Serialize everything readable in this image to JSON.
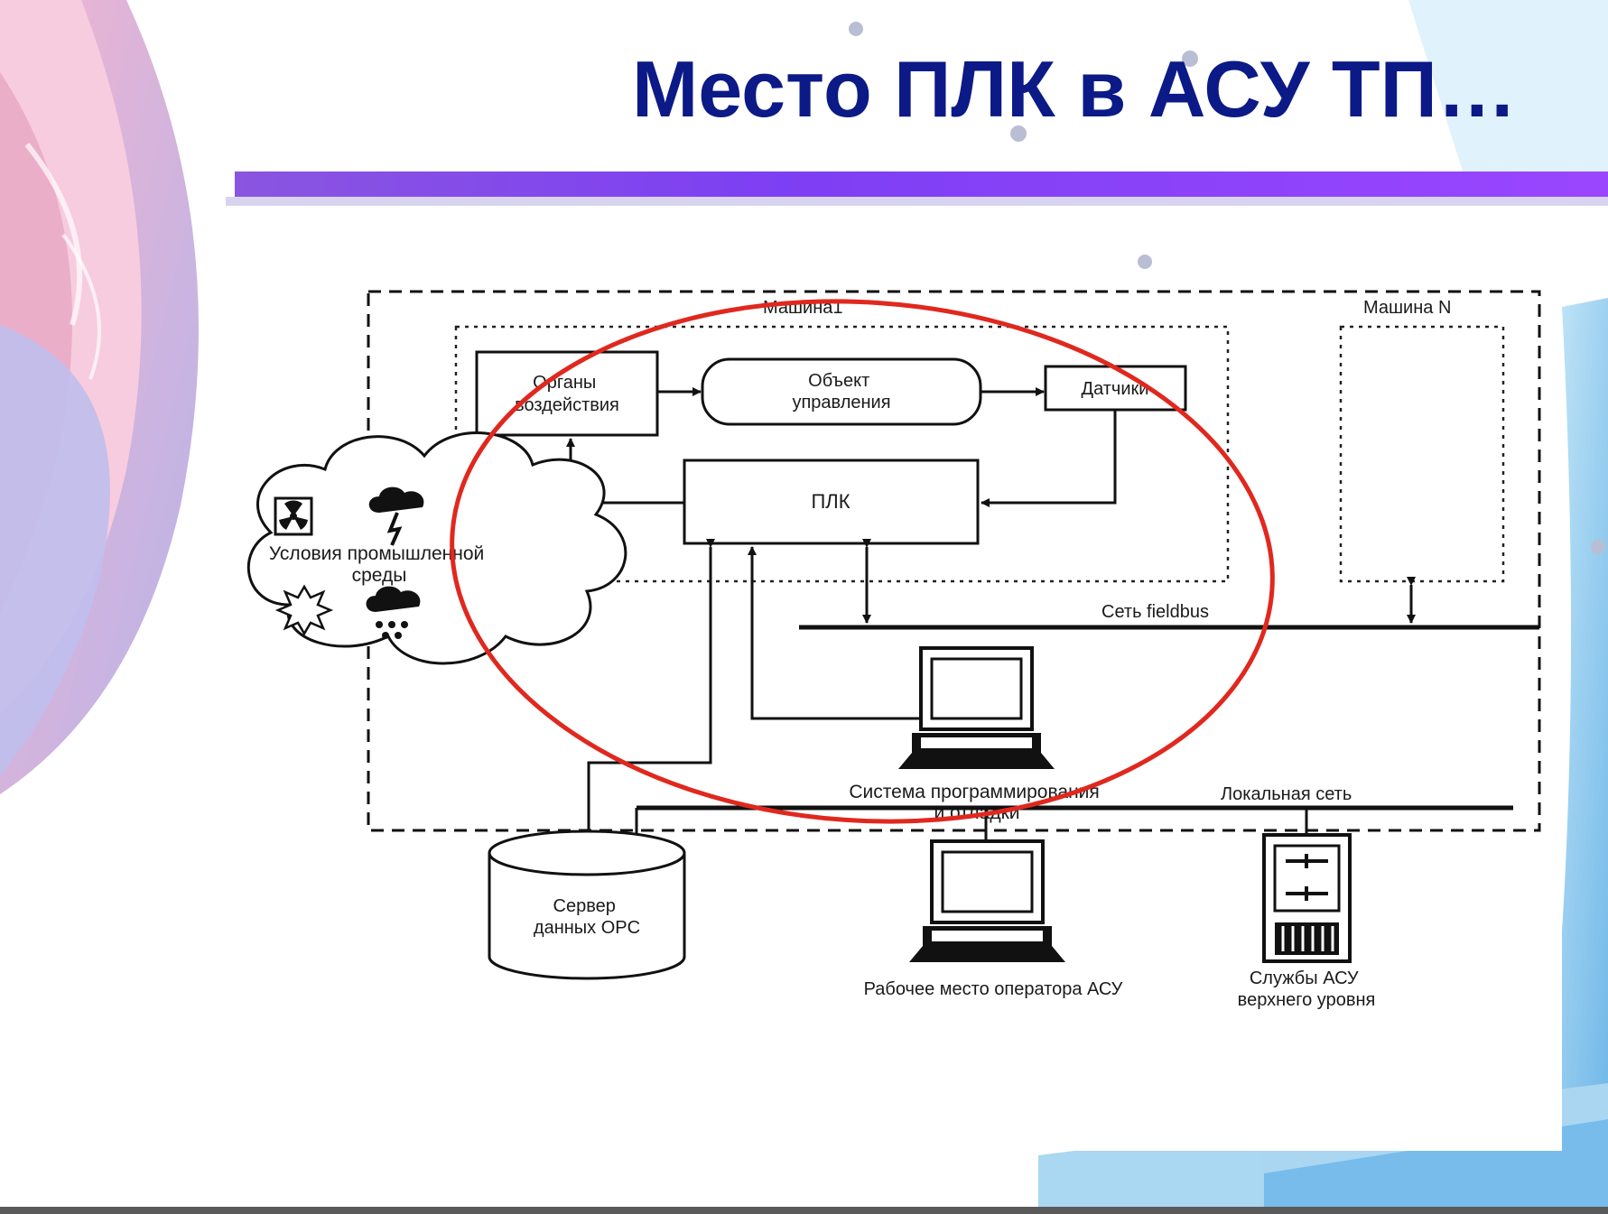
{
  "slide": {
    "title": "Место ПЛК в АСУ ТП…"
  },
  "diagram": {
    "machine1_label": "Машина1",
    "machineN_label": "Машина N",
    "actuators": [
      "Органы",
      "воздействия"
    ],
    "control_object": [
      "Объект",
      "управления"
    ],
    "sensors": "Датчики",
    "plc": "ПЛК",
    "environment": [
      "Условия промышленной",
      "среды"
    ],
    "fieldbus": "Сеть fieldbus",
    "programming_system": [
      "Система программирования",
      "и отладки"
    ],
    "local_network": "Локальная сеть",
    "opc_server": [
      "Сервер",
      "данных OPC"
    ],
    "operator_workstation": "Рабочее место оператора АСУ",
    "upper_services": [
      "Службы АСУ",
      "верхнего уровня"
    ]
  },
  "colors": {
    "title": "#0b1a86",
    "highlight_ellipse": "#e0281e",
    "band": "#7d3ff3"
  }
}
